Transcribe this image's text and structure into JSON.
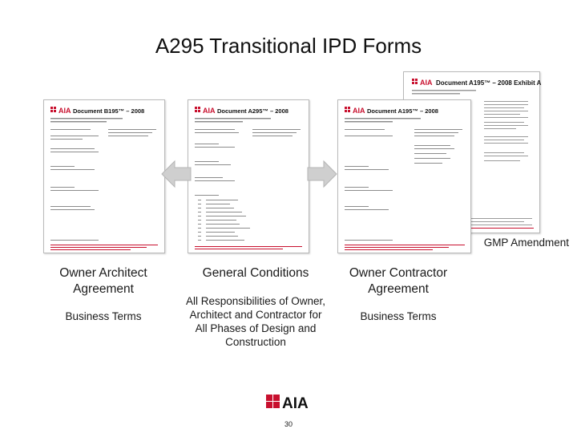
{
  "slide": {
    "title": "A295 Transitional IPD Forms",
    "page_number": "30"
  },
  "documents": [
    {
      "heading": "Document B195™ – 2008"
    },
    {
      "heading": "Document A295™ – 2008"
    },
    {
      "heading": "Document A195™ – 2008"
    },
    {
      "heading": "Document A195™ – 2008 Exhibit A"
    }
  ],
  "columns": {
    "owner_architect": {
      "title": "Owner Architect Agreement",
      "subtitle": "Business Terms"
    },
    "general_conditions": {
      "title": "General Conditions",
      "subtitle": "All Responsibilities of Owner, Architect and Contractor for All Phases of Design and Construction"
    },
    "owner_contractor": {
      "title": "Owner Contractor Agreement",
      "subtitle": "Business Terms"
    }
  },
  "gmp_amendment": {
    "label": "GMP Amendment"
  },
  "logo": {
    "text": "AIA",
    "brand_color": "#c8102e"
  },
  "arrows": {
    "color": "#c9c9c9",
    "icons": [
      "double-arrow-left-icon",
      "double-arrow-right-icon"
    ]
  }
}
